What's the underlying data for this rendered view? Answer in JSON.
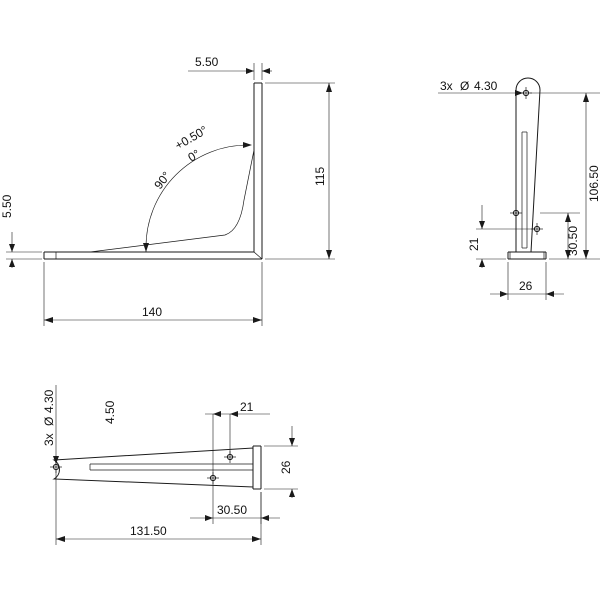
{
  "side_view": {
    "dim_thickness_top": "5.50",
    "dim_thickness_left": "5.50",
    "dim_length": "140",
    "dim_height": "115",
    "angle_tolerance": "+0.50°",
    "angle_zero": "0°",
    "angle_90": "90°"
  },
  "front_view": {
    "holes_label": "3x",
    "holes_diameter": "4.30",
    "dim_total_height": "106.50",
    "dim_slot_height": "30.50",
    "dim_lower": "21",
    "dim_width": "26"
  },
  "top_view": {
    "holes_label": "3x",
    "holes_diameter": "4.30",
    "dim_end": "4.50",
    "dim_hole_spacing": "21",
    "dim_width": "26",
    "dim_slot": "30.50",
    "dim_length": "131.50"
  }
}
